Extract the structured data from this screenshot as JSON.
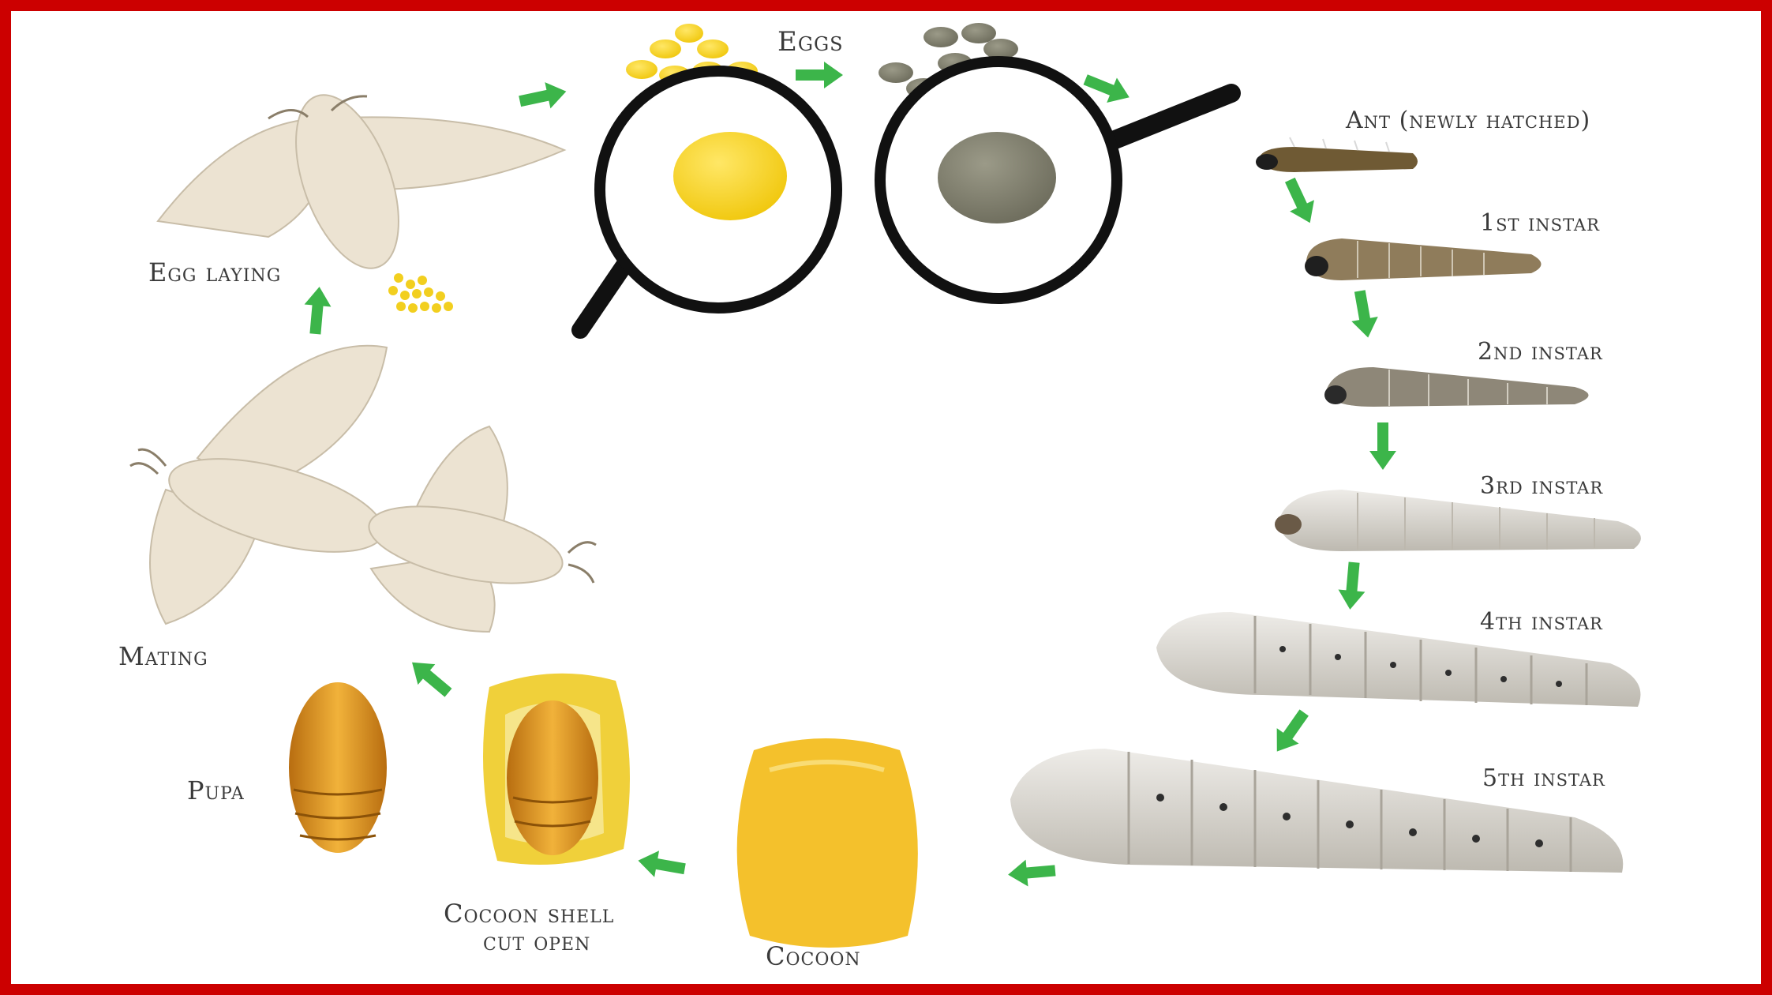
{
  "diagram": {
    "labels": {
      "eggs": "Eggs",
      "ant": "Ant (newly hatched)",
      "instar1": "1st instar",
      "instar2": "2nd instar",
      "instar3": "3rd instar",
      "instar4": "4th instar",
      "instar5": "5th instar",
      "cocoon": "Cocoon",
      "cocoon_shell_line1": "Cocoon shell",
      "cocoon_shell_line2": "cut open",
      "pupa": "Pupa",
      "mating": "Mating",
      "egg_laying": "Egg laying"
    },
    "colors": {
      "frame": "#cc0000",
      "arrow": "#3cb54a",
      "egg_yellow": "#f2cf1f",
      "egg_grey": "#8a8a76",
      "moth": "#ece3d2",
      "larva": "#dedbd4",
      "pupa": "#d6921f",
      "cocoon": "#f4c12c"
    }
  }
}
